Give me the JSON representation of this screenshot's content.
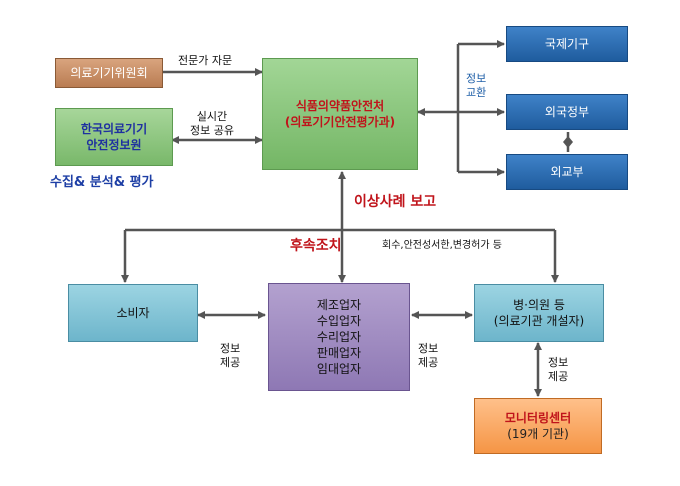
{
  "nodes": {
    "committee": "의료기기위원회",
    "nids": [
      "한국의료기기",
      "안전정보원"
    ],
    "mfds": [
      "식품의약품안전처",
      "(의료기기안전평가과)"
    ],
    "intl": "국제기구",
    "foreign_gov": "외국정부",
    "mofa": "외교부",
    "consumer": "소비자",
    "business": [
      "제조업자",
      "수입업자",
      "수리업자",
      "판매업자",
      "임대업자"
    ],
    "hospital": [
      "병·의원 등",
      "(의료기관 개설자)"
    ],
    "monitoring": [
      "모니터링센터",
      "(19개 기관)"
    ]
  },
  "labels": {
    "expert_advice": "전문가 자문",
    "realtime_share": [
      "실시간",
      "정보 공유"
    ],
    "collect_analyze": "수집& 분석& 평가",
    "info_exchange": [
      "정보",
      "교환"
    ],
    "incident_report": "이상사례 보고",
    "followup": "후속조치",
    "followup_detail": "회수,안전성서한,변경허가 등",
    "info_provide_left": [
      "정보",
      "제공"
    ],
    "info_provide_mid": [
      "정보",
      "제공"
    ],
    "info_provide_right": [
      "정보",
      "제공"
    ]
  }
}
